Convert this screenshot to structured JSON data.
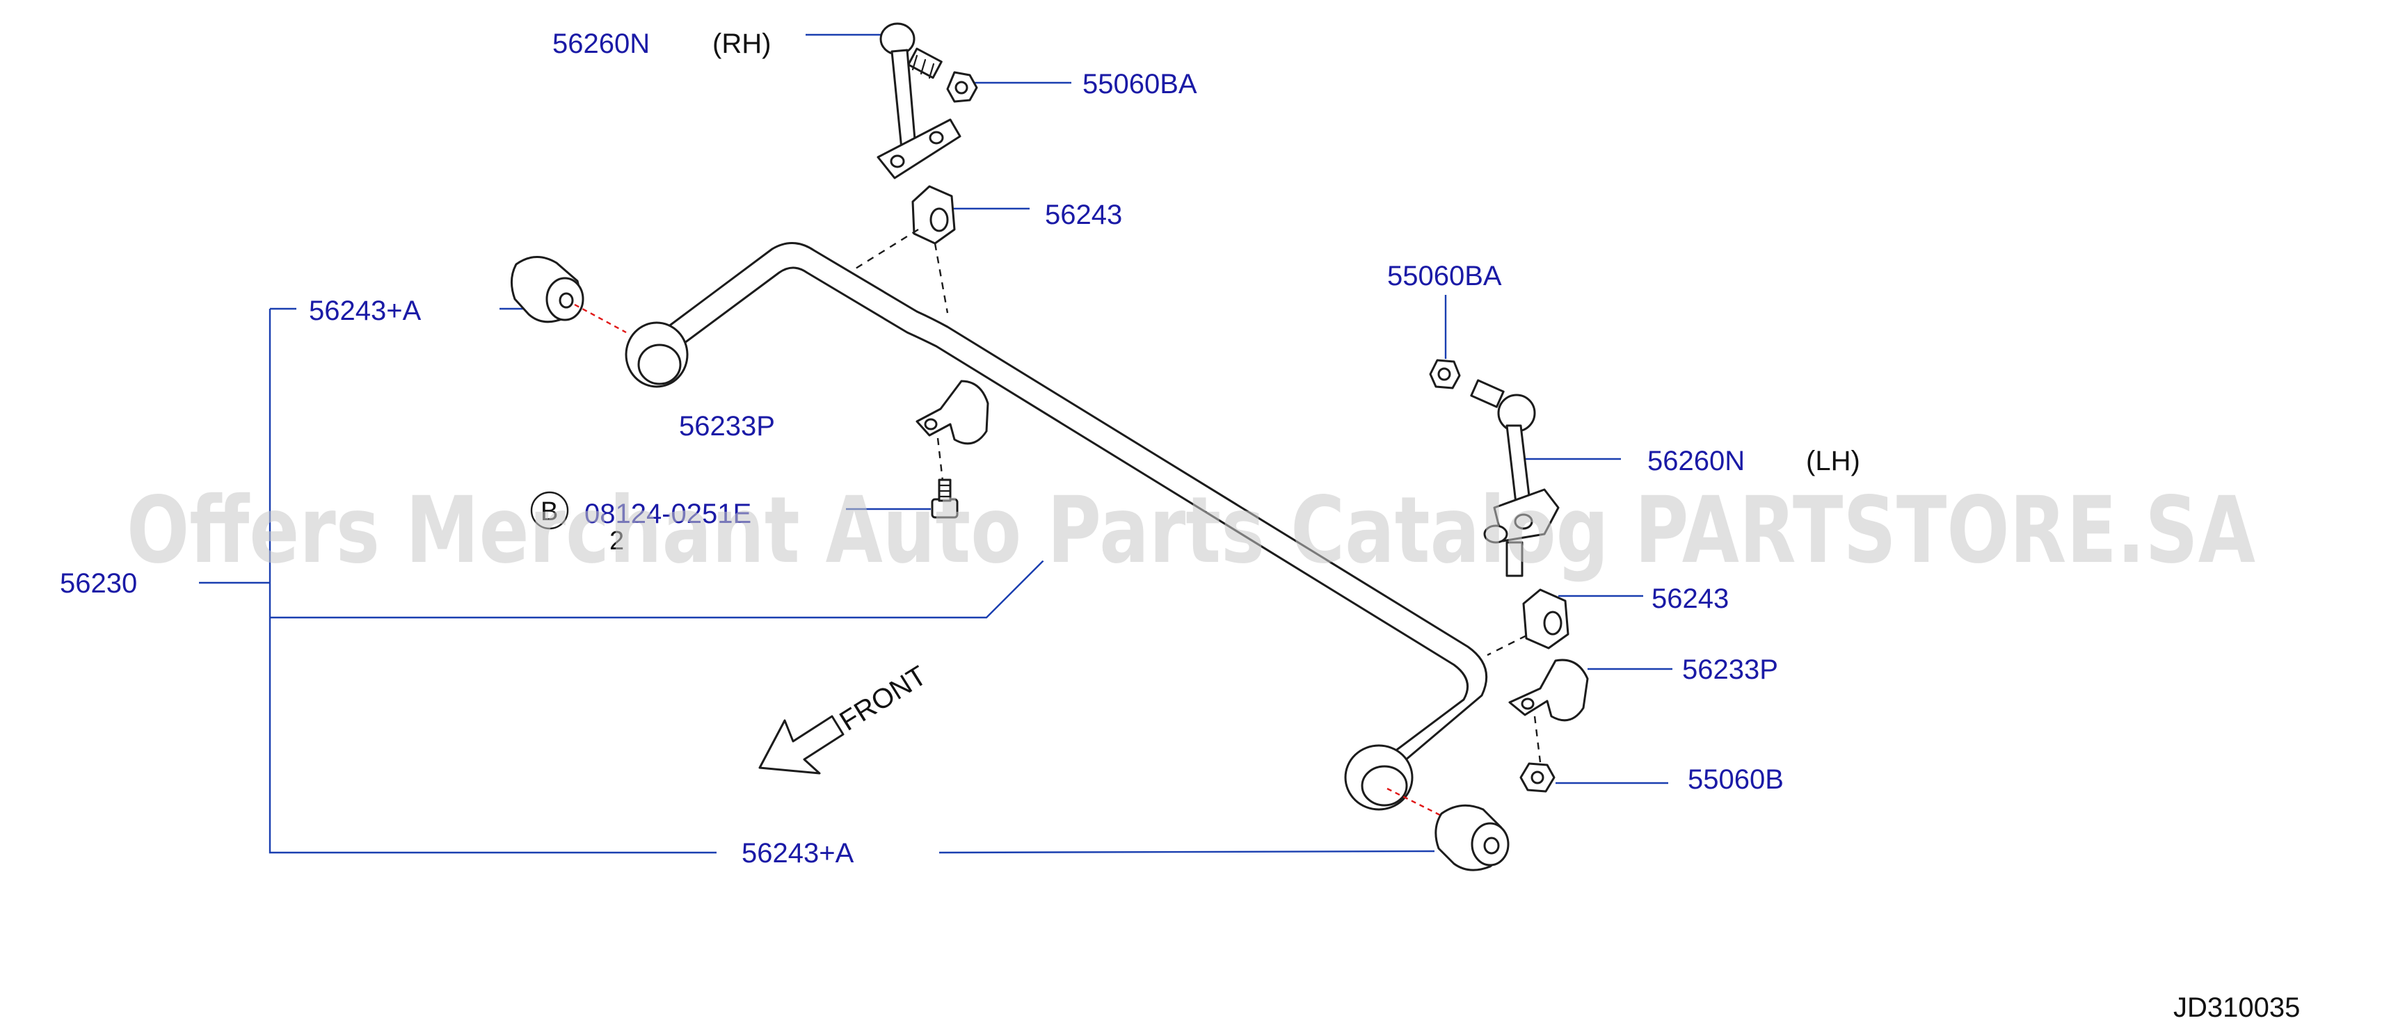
{
  "watermark": "Offers Merchant Auto Parts Catalog PARTSTORE.SA",
  "diagram_code": "JD310035",
  "front_label": "FRONT",
  "ref_circle": "B",
  "ref_qty": "2",
  "colors": {
    "label": "#1a1aa6",
    "leader": "#1a3fb0",
    "line_art": "#1c1c1c",
    "dashed_red": "#e01818",
    "watermark": "#c8c8c8"
  },
  "parts": {
    "link_rh": "56260N",
    "link_rh_side": "(RH)",
    "nut_top": "55060BA",
    "bushing_top": "56243",
    "mount_left": "56243+A",
    "nut_right_top": "55060BA",
    "clamp_left": "56233P",
    "bolt": "08124-0251E",
    "link_lh": "56260N",
    "link_lh_side": "(LH)",
    "stabilizer": "56230",
    "bushing_right": "56243",
    "clamp_right": "56233P",
    "nut_bottom": "55060B",
    "mount_bottom": "56243+A"
  }
}
